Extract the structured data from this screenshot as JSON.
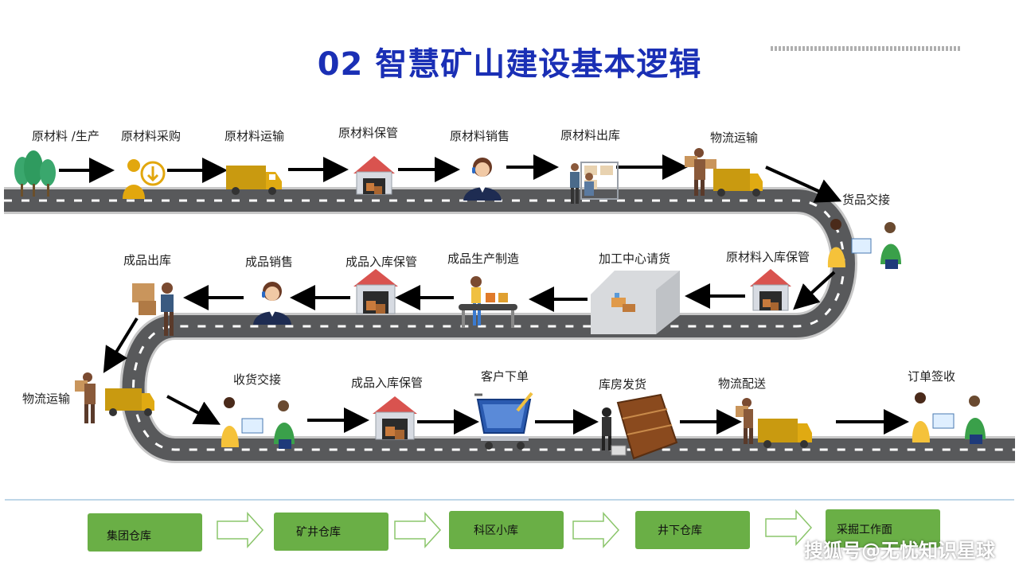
{
  "title": "02 智慧矿山建设基本逻辑",
  "watermark": "搜狐号@无忧知识星球",
  "row1": [
    {
      "label": "原材料 /生产",
      "icon": "trees-icon"
    },
    {
      "label": "原材料采购",
      "icon": "purchase-person-icon"
    },
    {
      "label": "原材料运输",
      "icon": "truck-icon"
    },
    {
      "label": "原材料保管",
      "icon": "warehouse-icon"
    },
    {
      "label": "原材料销售",
      "icon": "service-agent-icon"
    },
    {
      "label": "原材料出库",
      "icon": "workers-cart-icon"
    },
    {
      "label": "物流运输",
      "icon": "courier-truck-icon"
    }
  ],
  "curve_right_top": {
    "label": "货品交接",
    "icon": "handover-icon"
  },
  "row2": [
    {
      "label": "原材料入库保管",
      "icon": "warehouse-icon"
    },
    {
      "label": "加工中心请货",
      "icon": "processing-room-icon"
    },
    {
      "label": "成品生产制造",
      "icon": "conveyor-icon"
    },
    {
      "label": "成品入库保管",
      "icon": "warehouse-icon"
    },
    {
      "label": "成品销售",
      "icon": "service-agent-icon"
    },
    {
      "label": "成品出库",
      "icon": "worker-box-icon"
    }
  ],
  "curve_left": {
    "label": "物流运输",
    "icon": "courier-truck-icon"
  },
  "row3": [
    {
      "label": "收货交接",
      "icon": "handover-icon"
    },
    {
      "label": "成品入库保管",
      "icon": "warehouse-icon"
    },
    {
      "label": "客户下单",
      "icon": "shopping-cart-icon"
    },
    {
      "label": "库房发货",
      "icon": "shelf-worker-icon"
    },
    {
      "label": "物流配送",
      "icon": "courier-truck-icon"
    },
    {
      "label": "订单签收",
      "icon": "handover-icon"
    }
  ],
  "bottom_flow": [
    "集团仓库",
    "矿井仓库",
    "科区小库",
    "井下仓库",
    "采掘工作面"
  ],
  "colors": {
    "title": "#1a2fb5",
    "road": "#58595b",
    "road_edge": "#c8c8c8",
    "box_green": "#6aaf46",
    "arrow_green": "#8bc56b",
    "truck": "#e0aa12"
  }
}
